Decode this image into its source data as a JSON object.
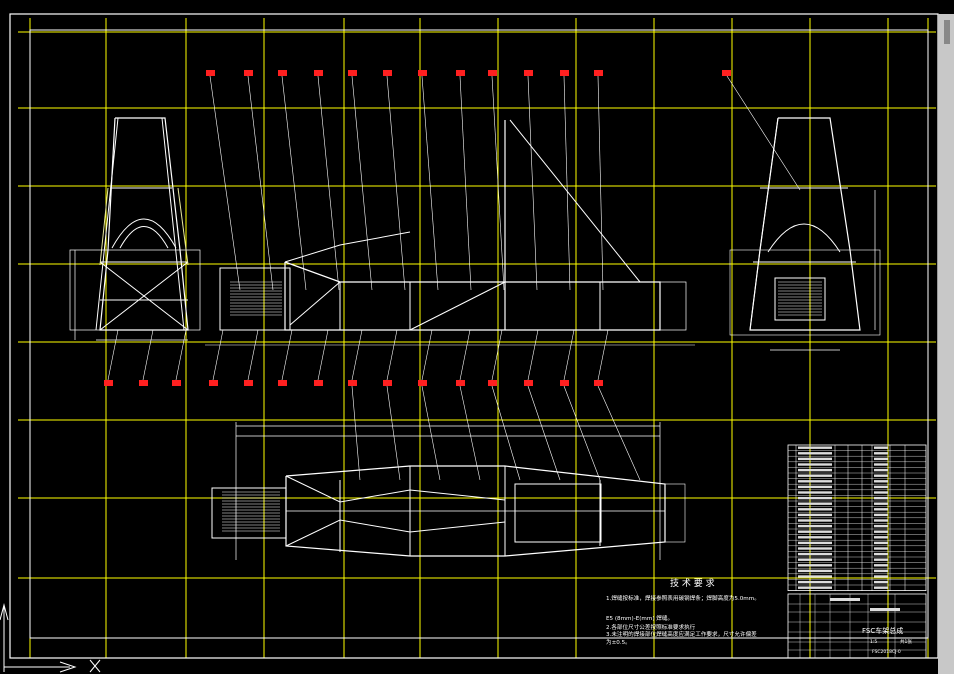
{
  "tech_requirements": {
    "title": "技 术 要 求",
    "line1": "1.焊缝按标准，焊接参照表用碳钢焊条；焊脚高度为5.0mm。",
    "line2": "E5 (8mm)-E(mm) 焊缝。",
    "line3": "2.各部位尺寸公差按照标准要求执行",
    "line4": "3.未注明的焊接部位焊缝高度应满足工作要求，尺寸允许偏差",
    "line5": "为±0.5。"
  },
  "title_block": {
    "drawing_name": "FSC车架总成",
    "drawing_number": "FSC2018CJ-0",
    "scale": "1:5",
    "sheet": "共1张"
  },
  "colors": {
    "background": "#000000",
    "grid": "#ffff00",
    "outline": "#ffffff",
    "balloon": "#ff2020"
  }
}
